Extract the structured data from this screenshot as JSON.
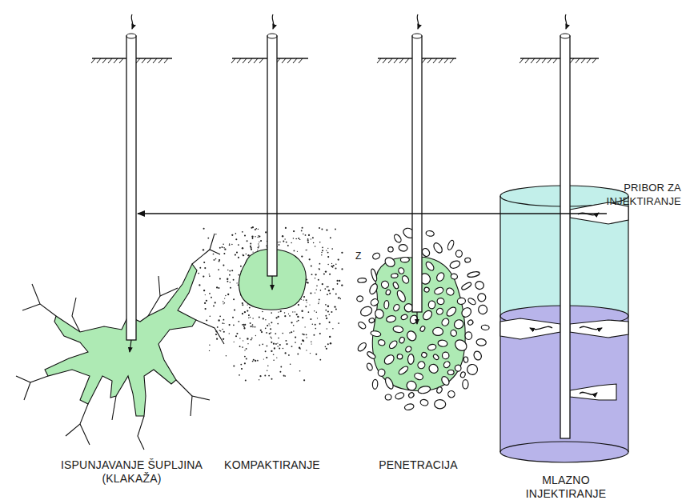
{
  "diagram": {
    "labels": [
      "PRIBOR ZA INJEKTIRANJE",
      "Z",
      "ISPUNJAVANJE ŠUPLJINA (KLAKAŽA)",
      "KOMPAKTIRANJE",
      "PENETRACIJA",
      "MLAZNO INJEKTIRANJE"
    ]
  }
}
